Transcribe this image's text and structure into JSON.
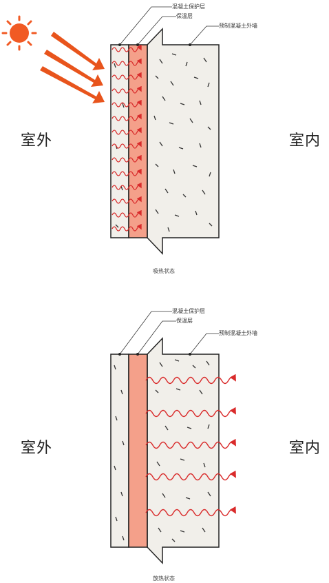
{
  "colors": {
    "sun": "#f15a24",
    "arrow_orange": "#e8541c",
    "insulation": "#f4a08a",
    "wave_red": "#d92b2b",
    "concrete_bg": "#f1efea",
    "moon": "#b9dff0"
  },
  "top_panel": {
    "outdoor_label": "室外",
    "indoor_label": "室内",
    "callout_protective": "混凝土保护层",
    "callout_insulation": "保温层",
    "callout_precast": "预制混凝土外墙",
    "caption": "吸热状态",
    "icon": "sun-icon"
  },
  "bottom_panel": {
    "outdoor_label": "室外",
    "indoor_label": "室内",
    "callout_protective": "混凝土保护层",
    "callout_insulation": "保温层",
    "callout_precast": "预制混凝土外墙",
    "caption": "放热状态",
    "icon": "moon-icon"
  }
}
